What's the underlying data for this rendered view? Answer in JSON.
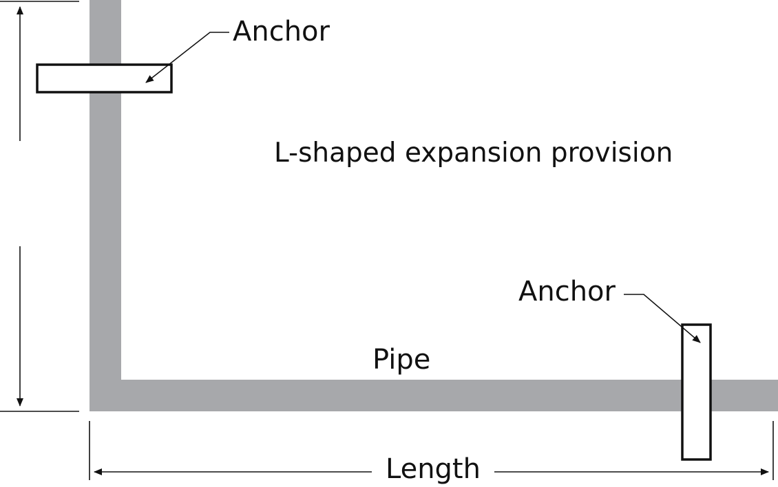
{
  "diagram": {
    "title": "L-shaped expansion provision",
    "labels": {
      "anchor_top": "Anchor",
      "anchor_bottom": "Anchor",
      "pipe": "Pipe",
      "length": "Length"
    },
    "colors": {
      "pipe": "#a7a8ab",
      "stroke": "#111111",
      "background": "#ffffff"
    }
  }
}
